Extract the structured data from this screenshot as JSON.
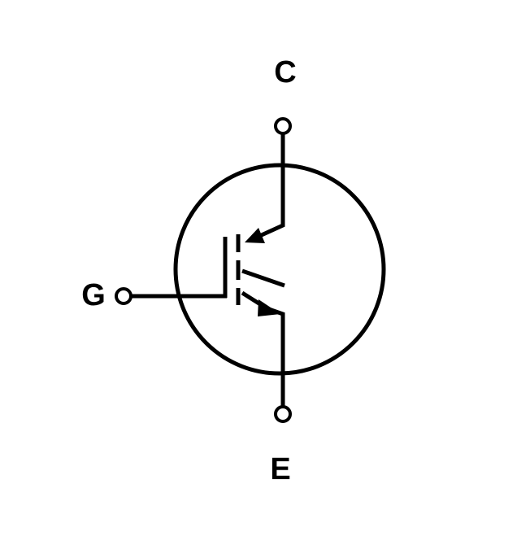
{
  "diagram": {
    "labels": {
      "collector": "C",
      "gate": "G",
      "emitter": "E"
    }
  }
}
